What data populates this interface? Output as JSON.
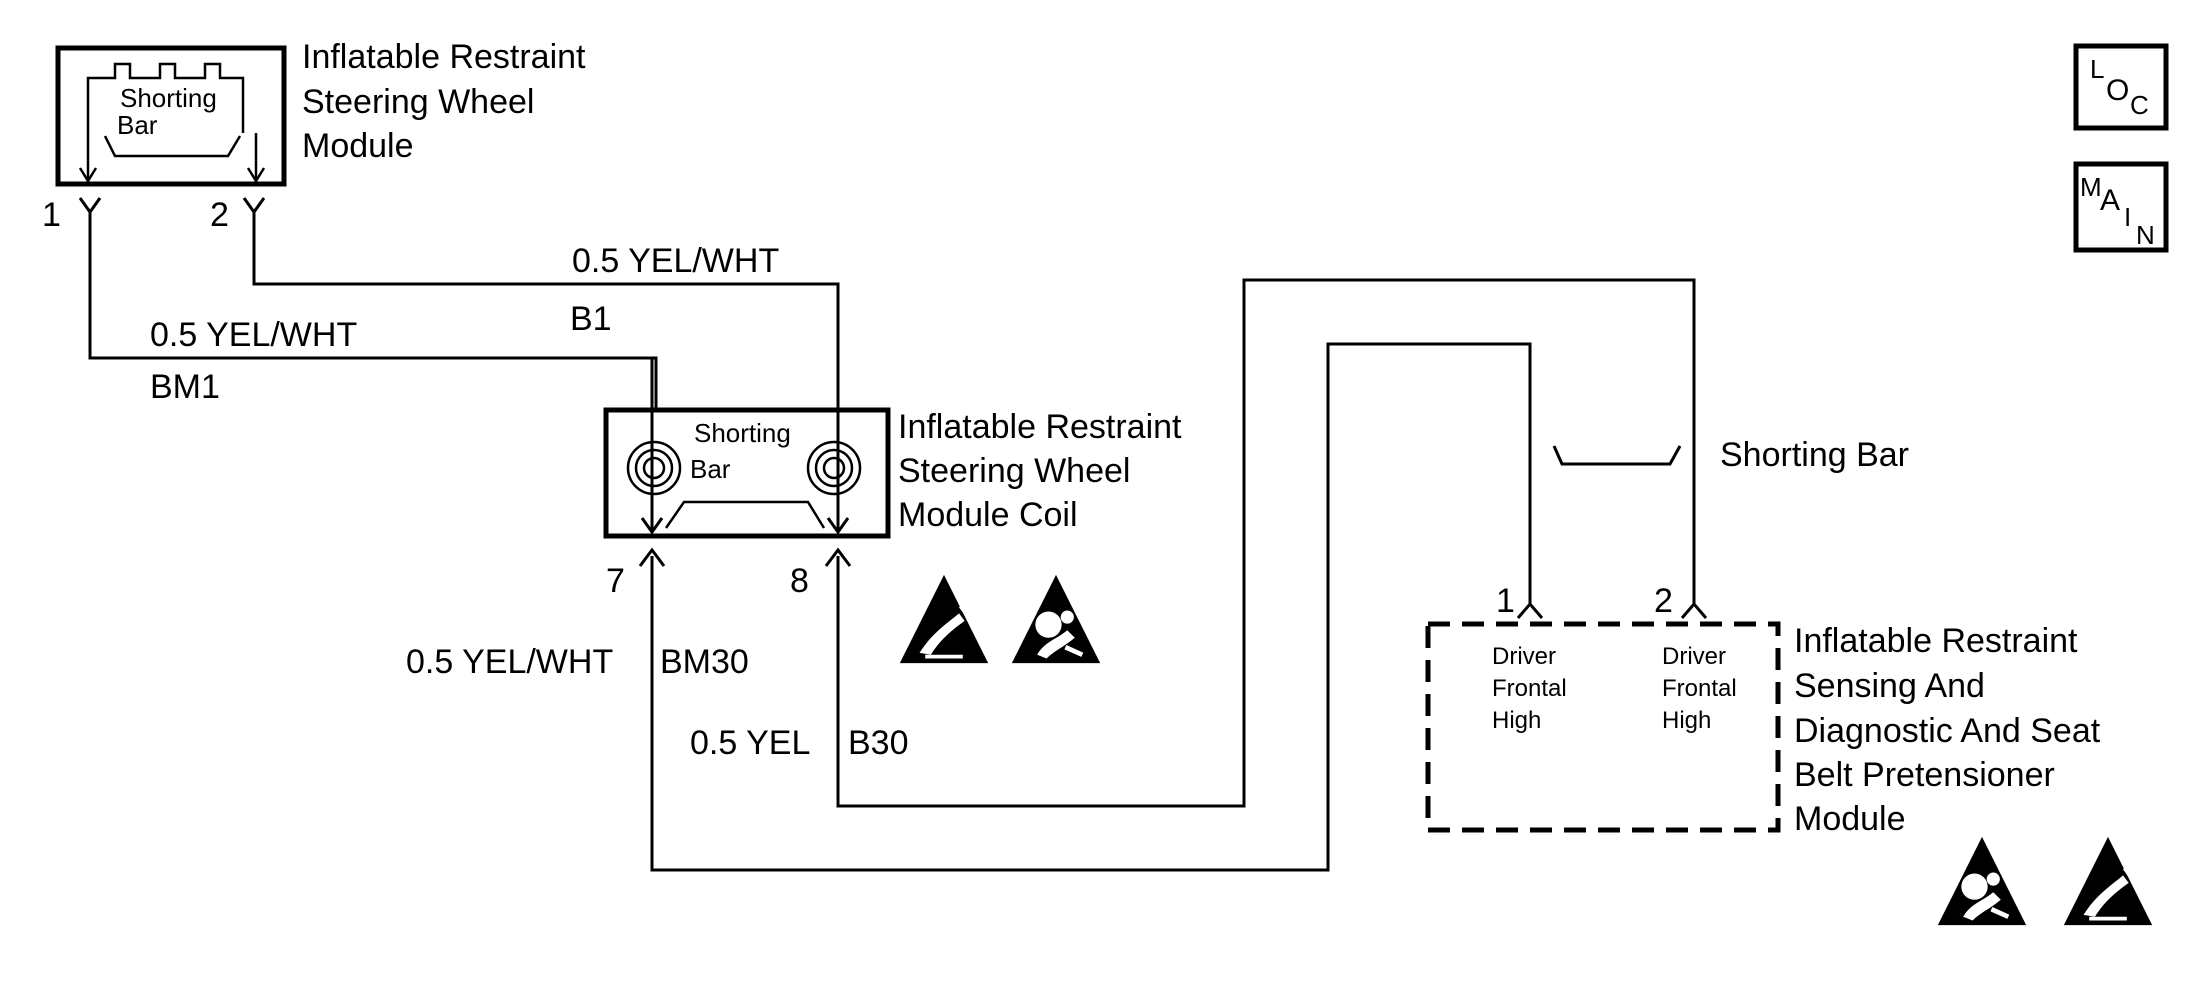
{
  "steering_wheel_module": {
    "title_lines": [
      "Inflatable Restraint",
      "Steering Wheel",
      "Module"
    ],
    "inner_label_lines": [
      "Shorting",
      "Bar"
    ],
    "pin_1": "1",
    "pin_2": "2"
  },
  "coil_module": {
    "title_lines": [
      "Inflatable Restraint",
      "Steering Wheel",
      "Module Coil"
    ],
    "inner_label_lines": [
      "Shorting",
      "Bar"
    ],
    "pin_7": "7",
    "pin_8": "8"
  },
  "sdm_module": {
    "title_lines": [
      "Inflatable Restraint",
      "Sensing And",
      "Diagnostic And Seat",
      "Belt Pretensioner",
      "Module"
    ],
    "pin_1": "1",
    "pin_2": "2",
    "pin_1_label_lines": [
      "Driver",
      "Frontal",
      "High"
    ],
    "pin_2_label_lines": [
      "Driver",
      "Frontal",
      "High"
    ]
  },
  "shorting_bar_label": "Shorting Bar",
  "wires": {
    "w1": {
      "gauge_color": "0.5 YEL/WHT",
      "circuit": "BM1"
    },
    "w2": {
      "gauge_color": "0.5 YEL/WHT",
      "circuit": "B1"
    },
    "w3": {
      "gauge_color": "0.5 YEL/WHT",
      "circuit": "BM30"
    },
    "w4": {
      "gauge_color": "0.5 YEL",
      "circuit": "B30"
    }
  },
  "buttons": {
    "loc": {
      "c1": "L",
      "c2": "O",
      "c3": "C"
    },
    "main": {
      "c1": "M",
      "c2": "A",
      "c3": "I",
      "c4": "N"
    }
  },
  "icons": [
    "esd-warning-icon",
    "airbag-warning-icon"
  ]
}
